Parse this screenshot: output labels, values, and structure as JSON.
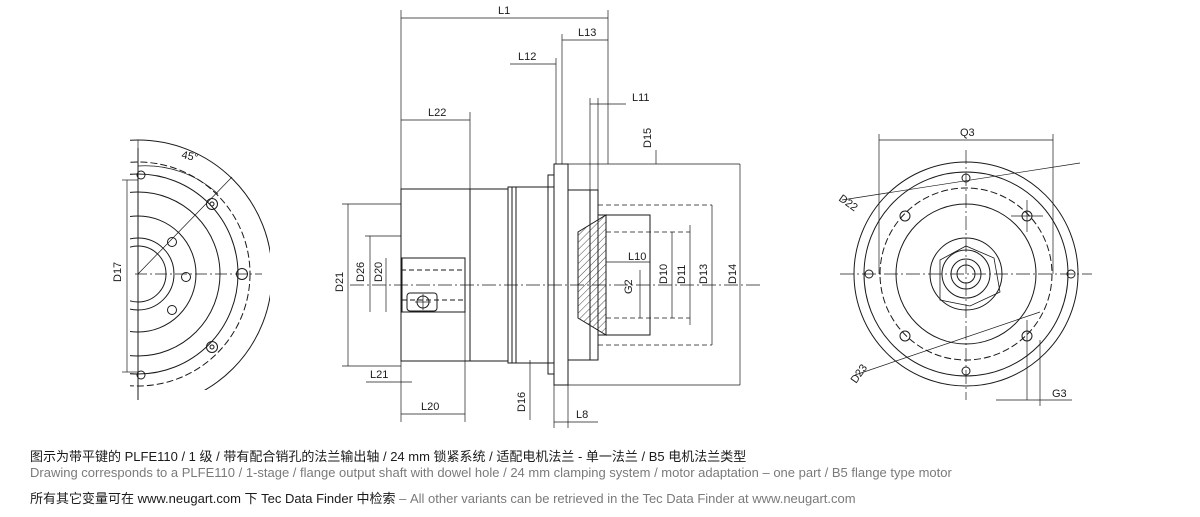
{
  "dimensions": {
    "L1": "L1",
    "L13": "L13",
    "L12": "L12",
    "L11": "L11",
    "L22": "L22",
    "L10": "L10",
    "L21": "L21",
    "L20": "L20",
    "L8": "L8",
    "D15": "D15",
    "D21": "D21",
    "D26": "D26",
    "D20": "D20",
    "D10": "D10",
    "D11": "D11",
    "D13": "D13",
    "D14": "D14",
    "G2": "G2",
    "D16": "D16",
    "D17": "D17",
    "Q3": "Q3",
    "D22": "D22",
    "D23": "D23",
    "G3": "G3",
    "angle": "45°"
  },
  "caption": {
    "zh": "图示为带平键的 PLFE110 / 1 级 / 带有配合销孔的法兰输出轴 / 24 mm 锁紧系统 / 适配电机法兰 - 单一法兰 / B5 电机法兰类型",
    "en": "Drawing corresponds to a PLFE110 / 1-stage / flange output shaft with dowel hole / 24 mm clamping system / motor adaptation – one part / B5 flange type motor",
    "note_zh": "所有其它变量可在 www.neugart.com 下 Tec Data Finder 中检索",
    "note_en": "– All other variants can be retrieved in the Tec Data Finder at www.neugart.com"
  },
  "colors": {
    "line": "#1a1a1a",
    "caption_grey": "#7a7a7a"
  }
}
